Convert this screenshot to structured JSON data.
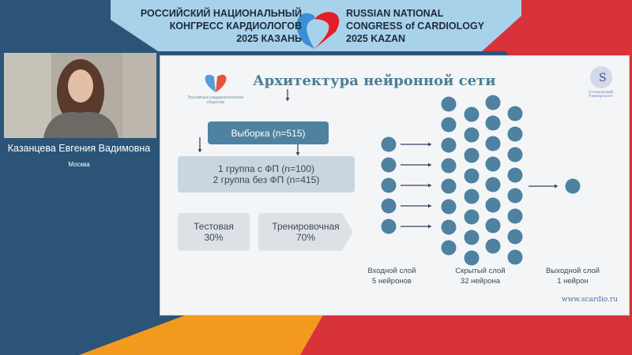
{
  "banner": {
    "ru": [
      "РОССИЙСКИЙ НАЦИОНАЛЬНЫЙ",
      "КОНГРЕСС КАРДИОЛОГОВ",
      "2025 КАЗАНЬ"
    ],
    "en": [
      "RUSSIAN NATIONAL",
      "CONGRESS of CARDIOLOGY",
      "2025 KAZAN"
    ]
  },
  "speaker": {
    "name": "Казанцева Евгения Вадимовна",
    "city": "Москва"
  },
  "slide": {
    "title": "Архитектура нейронной сети",
    "logo_left": "Российское кардиологическое общество",
    "logo_right": "Сеченовский Университет",
    "sample": "Выборка (n=515)",
    "groups": [
      "1 группа с ФП (n=100)",
      "2 группа без ФП (n=415)"
    ],
    "test": {
      "label": "Тестовая",
      "pct": "30%"
    },
    "train": {
      "label": "Тренировочная",
      "pct": "70%"
    },
    "layers": [
      {
        "name": "Входной слой",
        "count": "5 нейронов",
        "n": 5
      },
      {
        "name": "Скрытый слой",
        "count": "32 нейрона",
        "n": 32
      },
      {
        "name": "Выходной слой",
        "count": "1 нейрон",
        "n": 1
      }
    ],
    "url": "www.scardio.ru"
  },
  "colors": {
    "neuron": "#4e82a0",
    "blue": "#2b5478",
    "orange": "#f39a1e",
    "red": "#d8333a",
    "banner": "#a8d2ea"
  }
}
